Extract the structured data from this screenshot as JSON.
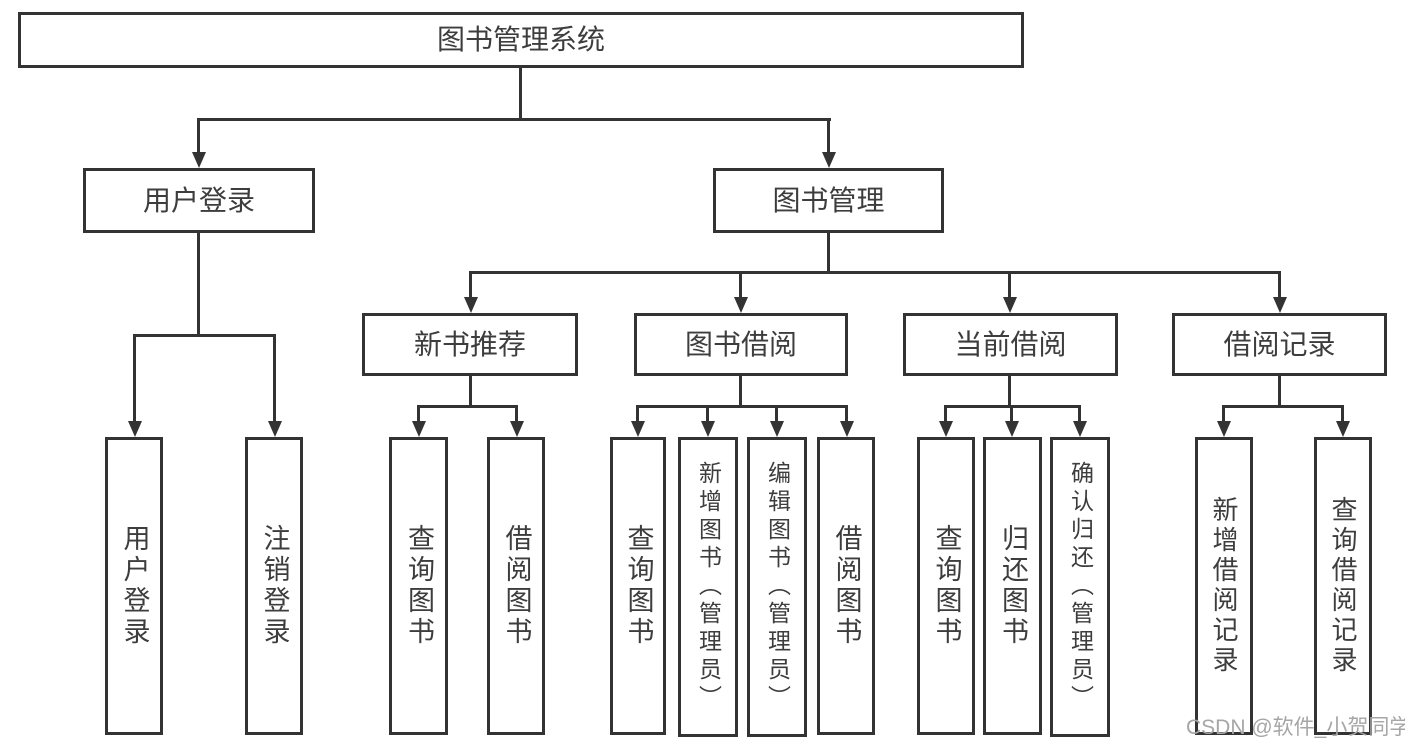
{
  "diagram": {
    "root": "图书管理系统",
    "branches": [
      {
        "label": "用户登录",
        "children": [
          "用户登录",
          "注销登录"
        ]
      },
      {
        "label": "图书管理",
        "groups": [
          {
            "label": "新书推荐",
            "children": [
              "查询图书",
              "借阅图书"
            ]
          },
          {
            "label": "图书借阅",
            "children": [
              "查询图书",
              "新增图书（管理员）",
              "编辑图书（管理员）",
              "借阅图书"
            ]
          },
          {
            "label": "当前借阅",
            "children": [
              "查询图书",
              "归还图书",
              "确认归还（管理员）"
            ]
          },
          {
            "label": "借阅记录",
            "children": [
              "新增借阅记录",
              "查询借阅记录"
            ]
          }
        ]
      }
    ]
  },
  "watermark": "CSDN @软件_小贺同学",
  "colors": {
    "stroke": "#333333",
    "text": "#3d3d3d",
    "watermark": "#a6a6a6",
    "background": "#ffffff"
  }
}
